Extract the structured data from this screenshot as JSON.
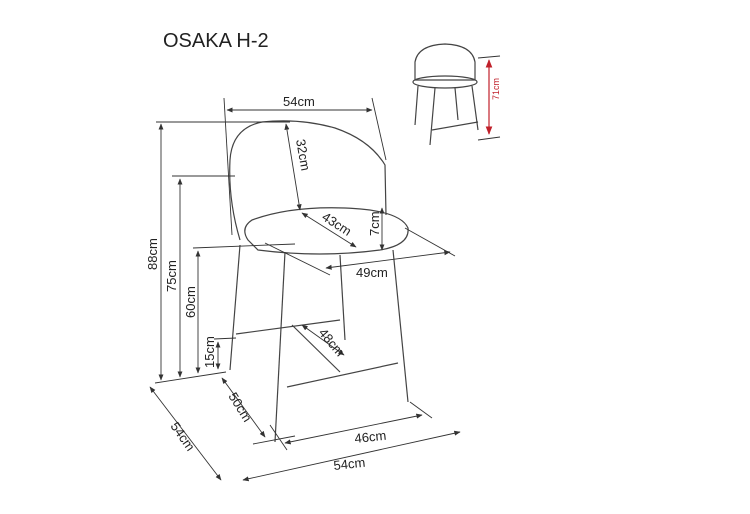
{
  "title": "OSAKA H-2",
  "thumbnail": {
    "height_label": "71cm",
    "accent_color": "#c0202a"
  },
  "dimensions": {
    "back_width": "54cm",
    "backrest_height": "32cm",
    "seat_depth": "43cm",
    "seat_thickness": "7cm",
    "seat_width": "49cm",
    "total_height": "88cm",
    "armrest_height": "75cm",
    "seat_height": "60cm",
    "footrest_height": "15cm",
    "footrest_depth": "48cm",
    "base_depth": "50cm",
    "total_depth": "54cm",
    "base_width": "46cm",
    "total_width": "54cm"
  }
}
